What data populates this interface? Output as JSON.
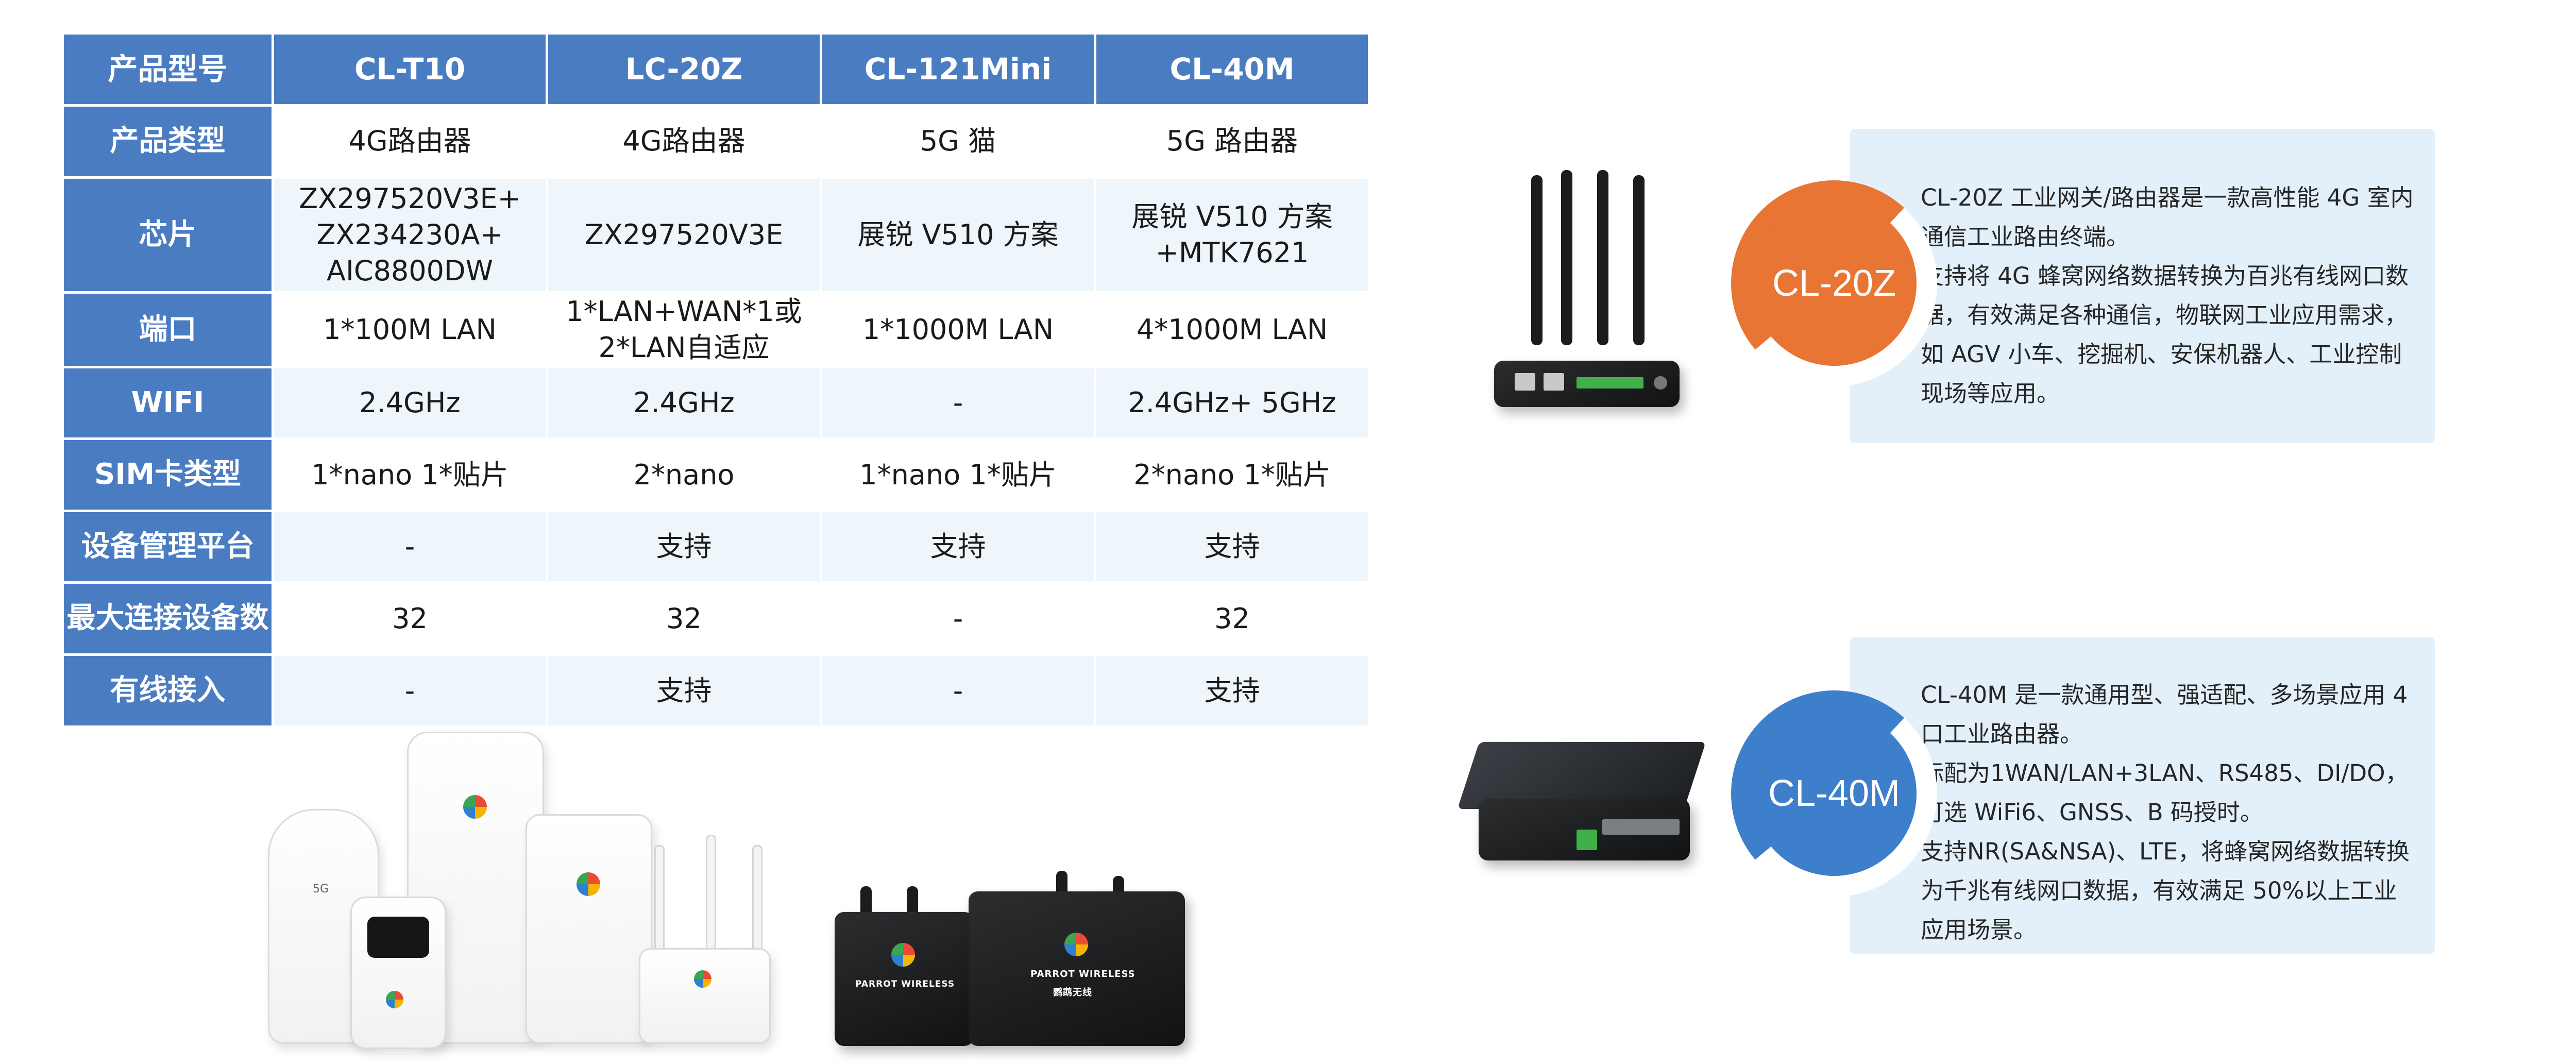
{
  "table": {
    "columns": [
      "产品型号",
      "CL-T10",
      "LC-20Z",
      "CL-121Mini",
      "CL-40M"
    ],
    "rows": [
      {
        "label": "产品类型",
        "cells": [
          "4G路由器",
          "4G路由器",
          "5G 猫",
          "5G 路由器"
        ]
      },
      {
        "label": "芯片",
        "cells": [
          "ZX297520V3E+\nZX234230A+\nAIC8800DW",
          "ZX297520V3E",
          "展锐 V510 方案",
          "展锐 V510 方案\n+MTK7621"
        ]
      },
      {
        "label": "端口",
        "cells": [
          "1*100M LAN",
          "1*LAN+WAN*1或\n2*LAN自适应",
          "1*1000M LAN",
          "4*1000M LAN"
        ]
      },
      {
        "label": "WIFI",
        "cells": [
          "2.4GHz",
          "2.4GHz",
          "-",
          "2.4GHz+ 5GHz"
        ]
      },
      {
        "label": "SIM卡类型",
        "cells": [
          "1*nano 1*贴片",
          "2*nano",
          "1*nano 1*贴片",
          "2*nano 1*贴片"
        ]
      },
      {
        "label": "设备管理平台",
        "cells": [
          "-",
          "支持",
          "支持",
          "支持"
        ]
      },
      {
        "label": "最大连接设备数",
        "cells": [
          "32",
          "32",
          "-",
          "32"
        ]
      },
      {
        "label": "有线接入",
        "cells": [
          "-",
          "支持",
          "-",
          "支持"
        ]
      }
    ]
  },
  "product_photos": {
    "cpe_5g_label": "5G",
    "brand_en": "PARROT WIRELESS",
    "brand_cn": "鹦鹉无线"
  },
  "cards": [
    {
      "badge": "CL-20Z",
      "badge_color": "#e87533",
      "lines": [
        "CL-20Z 工业网关/路由器是一款高性能 4G 室内通信工业路由终端。",
        "支持将 4G 蜂窝网络数据转换为百兆有线网口数据，有效满足各种通信，物联网工业应用需求，如 AGV 小车、挖掘机、安保机器人、工业控制现场等应用。"
      ]
    },
    {
      "badge": "CL-40M",
      "badge_color": "#3d7fcb",
      "lines": [
        "CL-40M 是一款通用型、强适配、多场景应用 4 口工业路由器。",
        "标配为1WAN/LAN+3LAN、RS485、DI/DO，可选 WiFi6、GNSS、B 码授时。",
        "支持NR(SA&NSA)、LTE，将蜂窝网络数据转换为千兆有线网口数据，有效满足 50%以上工业应用场景。"
      ]
    }
  ],
  "colors": {
    "header_blue": "#4a7cc2",
    "row_alt": "#eef6fb",
    "card_bg": "#e4f0f9"
  }
}
